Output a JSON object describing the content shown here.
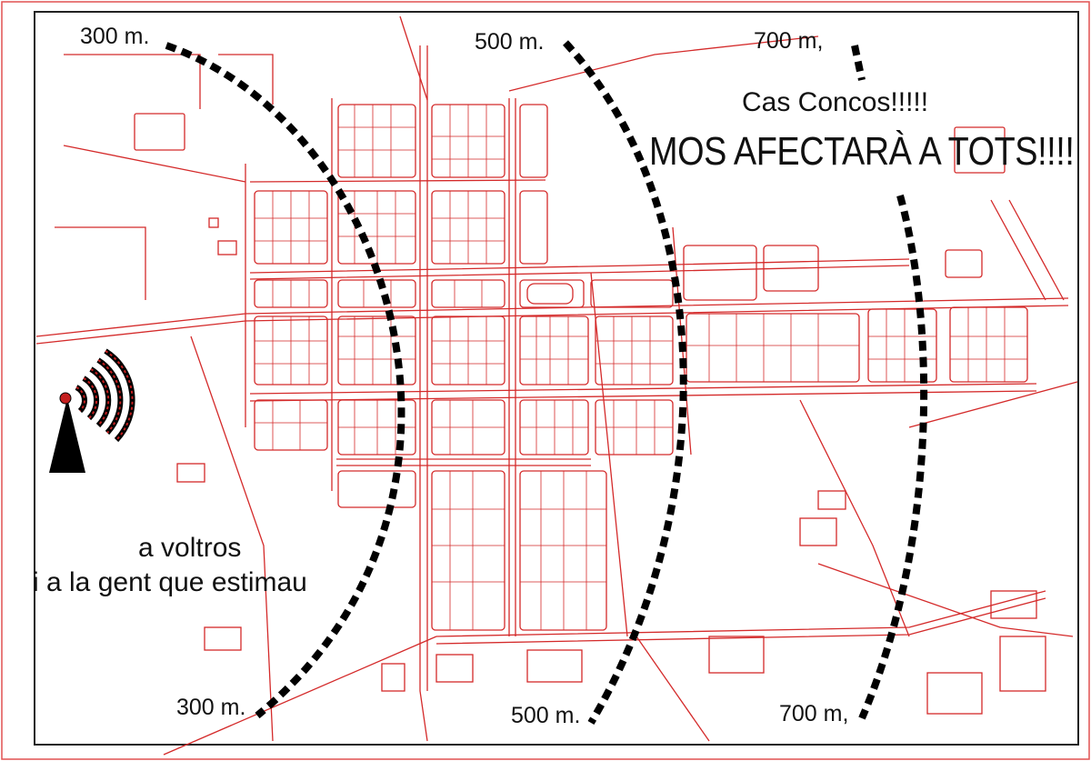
{
  "labels": {
    "distance_300": "300 m.",
    "distance_500": "500 m.",
    "distance_700": "700 m,",
    "place": "Cas Concos!!!!!",
    "warning": "MOS AFECTARÀ A TOTS!!!!",
    "audience_line1": "a voltros",
    "audience_line2": "i a la gent que estimau"
  },
  "colors": {
    "map_lines": "#d42a2a",
    "rings": "#000000",
    "text": "#111111",
    "frame": "#222222",
    "outer_border": "#e05050"
  },
  "icons": {
    "antenna": "radio-tower-icon"
  }
}
